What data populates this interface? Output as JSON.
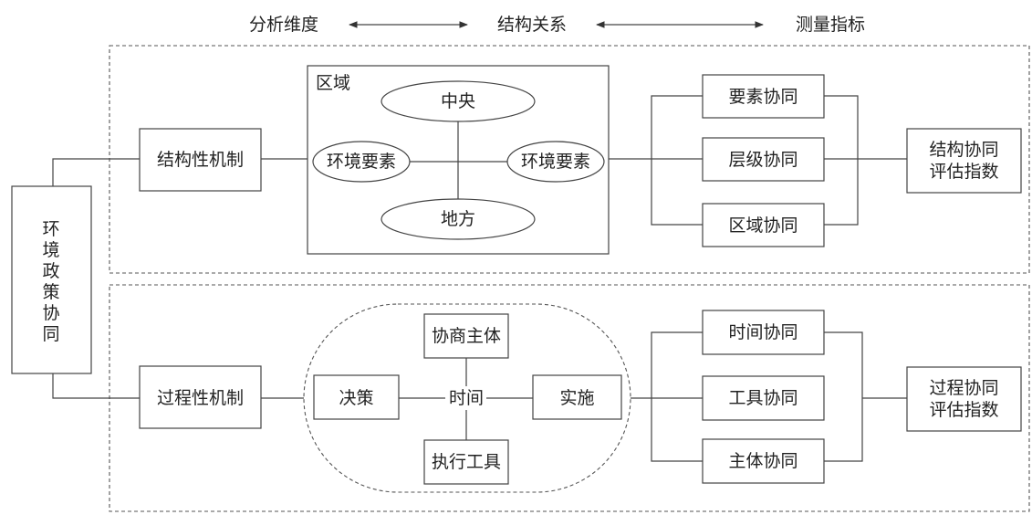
{
  "header": {
    "dimension": "分析维度",
    "relation": "结构关系",
    "indicator": "测量指标"
  },
  "left": {
    "main": [
      "环",
      "境",
      "政",
      "策",
      "协",
      "同"
    ]
  },
  "structure": {
    "mechanism": "结构性机制",
    "region_label": "区域",
    "center": "中央",
    "local": "地方",
    "env_left": "环境要素",
    "env_right": "环境要素",
    "synergies": [
      "要素协同",
      "层级协同",
      "区域协同"
    ],
    "index": [
      "结构协同",
      "评估指数"
    ]
  },
  "process": {
    "mechanism": "过程性机制",
    "negotiation": "协商主体",
    "decision": "决策",
    "time": "时间",
    "implementation": "实施",
    "tools": "执行工具",
    "synergies": [
      "时间协同",
      "工具协同",
      "主体协同"
    ],
    "index": [
      "过程协同",
      "评估指数"
    ]
  }
}
